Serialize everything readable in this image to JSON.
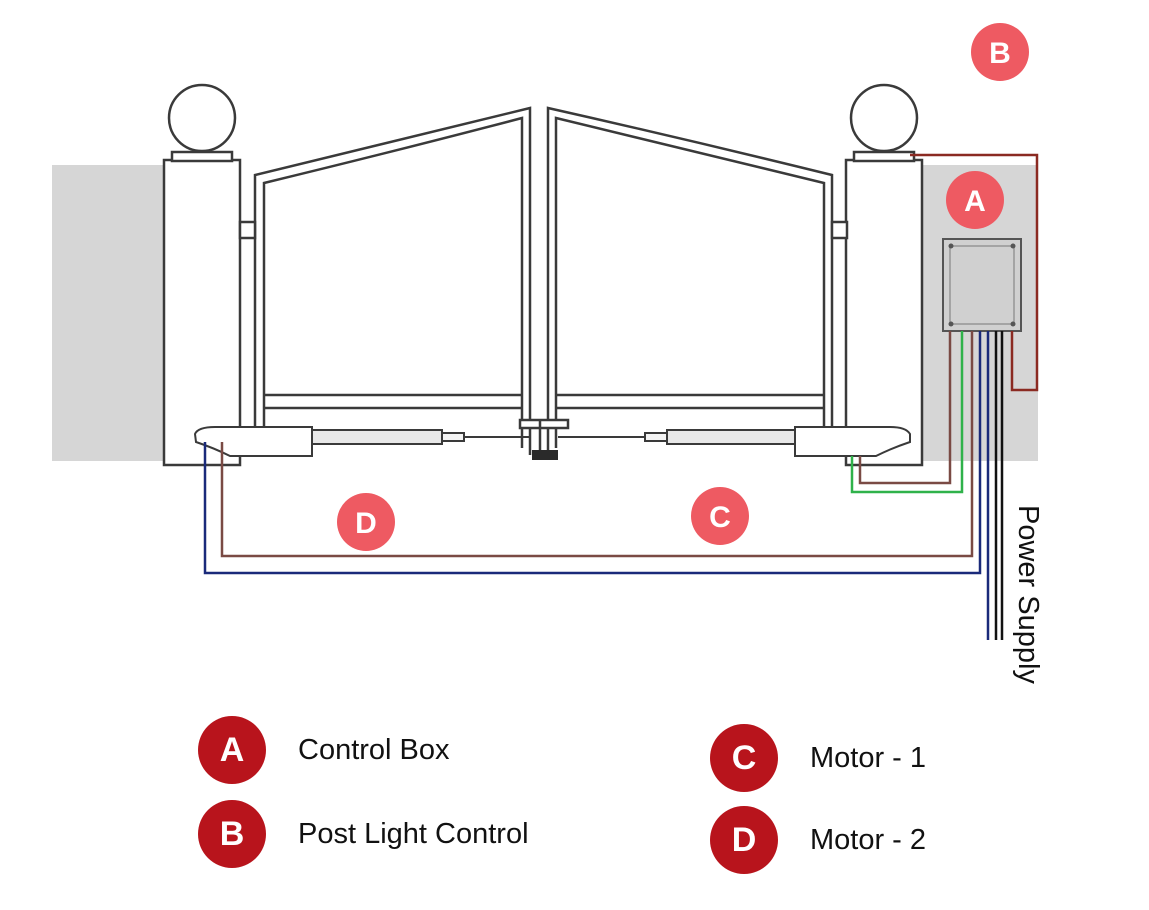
{
  "colors": {
    "wall": "#d6d6d6",
    "outline": "#3a3a3a",
    "callout_light": "#ee5a62",
    "callout_dark": "#b8141c",
    "wire_red": "#8b2a22",
    "wire_brown": "#7a4a44",
    "wire_green": "#2fb24a",
    "wire_blue": "#1a2a7a",
    "wire_black": "#111111"
  },
  "callouts": {
    "a": "A",
    "b": "B",
    "c": "C",
    "d": "D"
  },
  "power_supply_label": "Power Supply",
  "legend": {
    "a": {
      "letter": "A",
      "label": "Control Box"
    },
    "b": {
      "letter": "B",
      "label": "Post Light Control"
    },
    "c": {
      "letter": "C",
      "label": "Motor - 1"
    },
    "d": {
      "letter": "D",
      "label": "Motor - 2"
    }
  }
}
